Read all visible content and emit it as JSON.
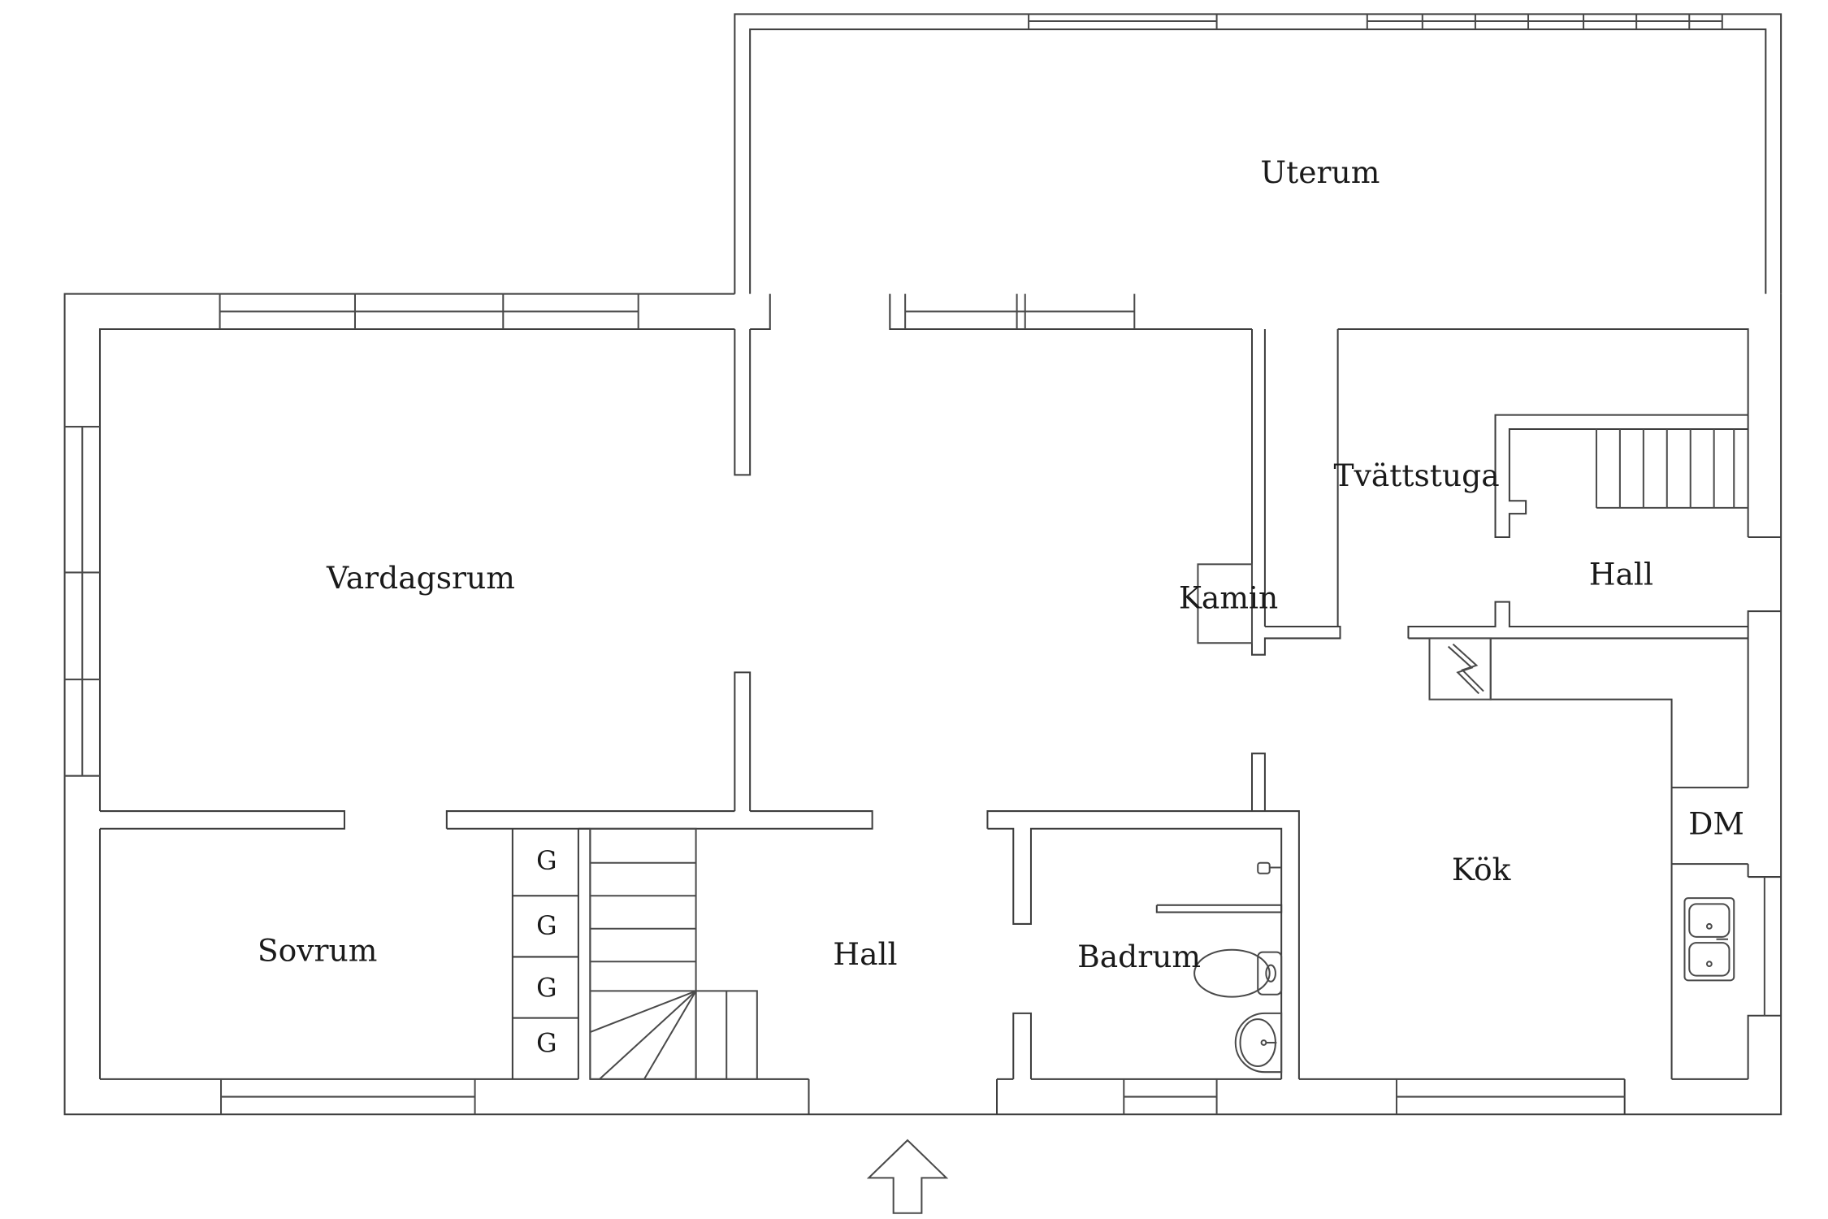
{
  "floor_plan": {
    "rooms": {
      "uterum": "Uterum",
      "vardagsrum": "Vardagsrum",
      "sovrum": "Sovrum",
      "hall_main": "Hall",
      "hall_right": "Hall",
      "badrum": "Badrum",
      "kok": "Kök",
      "tvattstuga": "Tvättstuga",
      "kamin": "Kamin",
      "dm": "DM"
    },
    "closets": [
      "G",
      "G",
      "G",
      "G"
    ],
    "entrance_marker": "entrance-arrow"
  }
}
